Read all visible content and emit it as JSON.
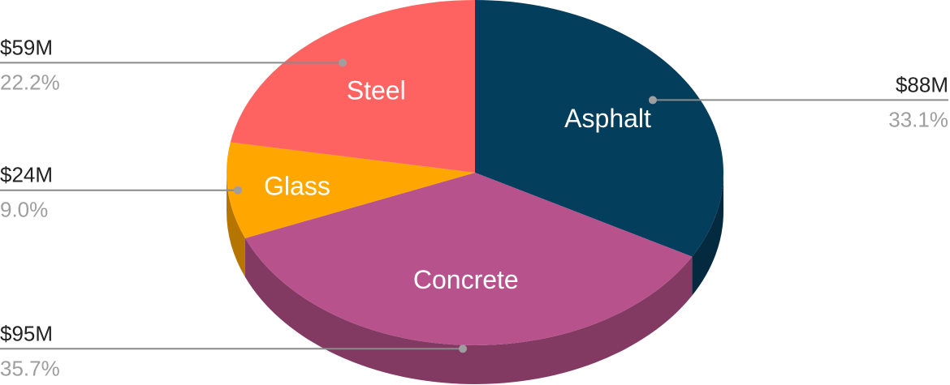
{
  "chart_data": {
    "type": "pie",
    "style": "3d",
    "start_angle_deg": -90,
    "direction": "clockwise",
    "slices": [
      {
        "label": "Asphalt",
        "value": 88,
        "value_label": "$88M",
        "percent_label": "33.1%",
        "color": "#033e5d",
        "side_color": "#032a3f"
      },
      {
        "label": "Concrete",
        "value": 95,
        "value_label": "$95M",
        "percent_label": "35.7%",
        "color": "#b8528d",
        "side_color": "#823a63"
      },
      {
        "label": "Glass",
        "value": 24,
        "value_label": "$24M",
        "percent_label": "9.0%",
        "color": "#ffa600",
        "side_color": "#b57500"
      },
      {
        "label": "Steel",
        "value": 59,
        "value_label": "$59M",
        "percent_label": "22.2%",
        "color": "#ff6361",
        "side_color": "#b54644"
      }
    ]
  }
}
